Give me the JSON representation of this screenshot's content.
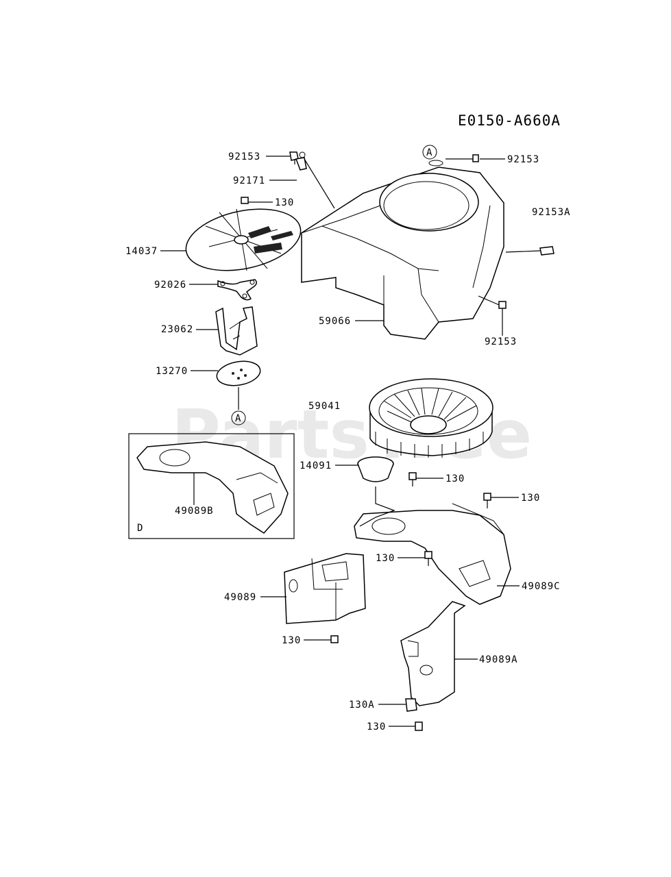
{
  "diagram_code": "E0150-A660A",
  "watermark": "PartsTree",
  "ref_marker": "A",
  "inset_letter": "D",
  "labels": {
    "p92153_top_left": "92153",
    "p92171": "92171",
    "p130_top": "130",
    "p14037": "14037",
    "p92026": "92026",
    "p23062": "23062",
    "p13270": "13270",
    "p92153_top_right": "92153",
    "p92153A": "92153A",
    "p59066": "59066",
    "p92153_bottom_right": "92153",
    "p59041": "59041",
    "p14091": "14091",
    "p130_mid": "130",
    "p130_right": "130",
    "p49089B": "49089B",
    "p130_center": "130",
    "p49089C": "49089C",
    "p49089": "49089",
    "p130_lower_left": "130",
    "p49089A": "49089A",
    "p130A": "130A",
    "p130_bottom": "130"
  }
}
